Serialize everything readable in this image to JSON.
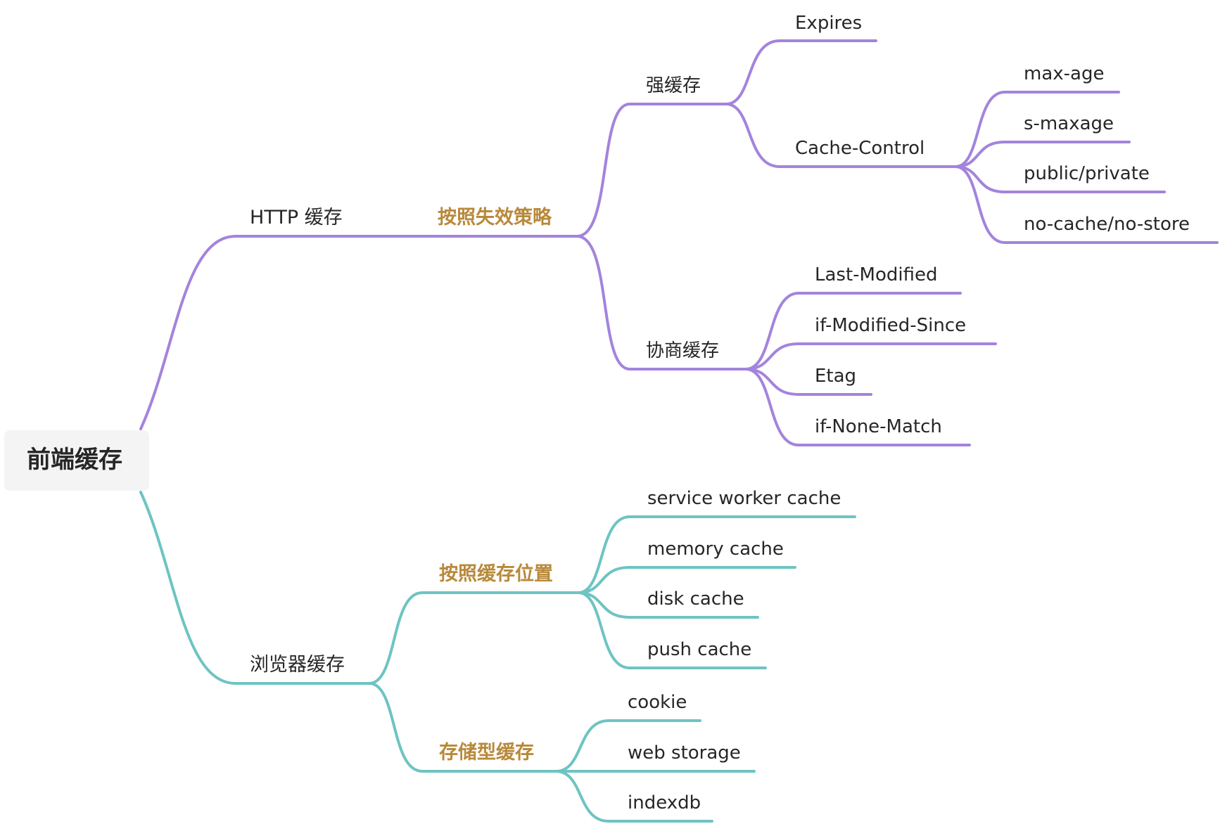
{
  "colors": {
    "http_branch": "#a384dc",
    "browser_branch": "#6ec4c2",
    "strategy_text": "#b8893b",
    "text": "#262626",
    "root_box": "#f4f4f4"
  },
  "root": {
    "label": "前端缓存"
  },
  "http": {
    "label": "HTTP 缓存",
    "strategy": {
      "label": "按照失效策略",
      "strong": {
        "label": "强缓存",
        "expires": {
          "label": "Expires"
        },
        "cache_control": {
          "label": "Cache-Control",
          "children": [
            {
              "label": "max-age"
            },
            {
              "label": "s-maxage"
            },
            {
              "label": "public/private"
            },
            {
              "label": "no-cache/no-store"
            }
          ]
        }
      },
      "negotiated": {
        "label": "协商缓存",
        "children": [
          {
            "label": "Last-Modified"
          },
          {
            "label": "if-Modified-Since"
          },
          {
            "label": "Etag"
          },
          {
            "label": "if-None-Match"
          }
        ]
      }
    }
  },
  "browser": {
    "label": "浏览器缓存",
    "location": {
      "label": "按照缓存位置",
      "children": [
        {
          "label": "service worker cache"
        },
        {
          "label": "memory cache"
        },
        {
          "label": "disk cache"
        },
        {
          "label": "push cache"
        }
      ]
    },
    "storage": {
      "label": "存储型缓存",
      "children": [
        {
          "label": "cookie"
        },
        {
          "label": "web storage"
        },
        {
          "label": "indexdb"
        }
      ]
    }
  }
}
